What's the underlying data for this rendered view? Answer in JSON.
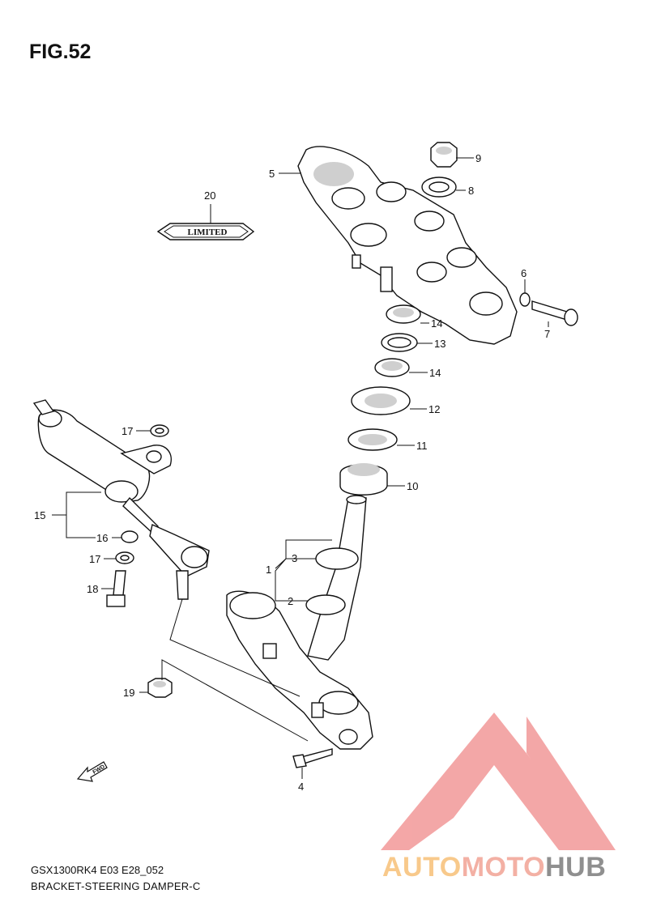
{
  "figure": {
    "title": "FIG.52",
    "footer_model": "GSX1300RK4 E03 E28_052",
    "footer_name": "BRACKET-STEERING DAMPER-C"
  },
  "badge": {
    "text": "LIMITED"
  },
  "fwd": {
    "text": "FWD"
  },
  "callouts": {
    "c1": "1",
    "c2": "2",
    "c3": "3",
    "c4": "4",
    "c5": "5",
    "c6": "6",
    "c7": "7",
    "c8": "8",
    "c9": "9",
    "c10": "10",
    "c11": "11",
    "c12": "12",
    "c13": "13",
    "c14a": "14",
    "c14b": "14",
    "c15": "15",
    "c16": "16",
    "c17a": "17",
    "c17b": "17",
    "c18": "18",
    "c19": "19",
    "c20": "20"
  },
  "watermark": {
    "part1": "AUTO",
    "part2": "MOTO",
    "part3": "HUB"
  },
  "colors": {
    "watermark_red": "#f08a8a",
    "watermark_orange": "#f8c98b",
    "watermark_gray": "#8f8f8f"
  }
}
